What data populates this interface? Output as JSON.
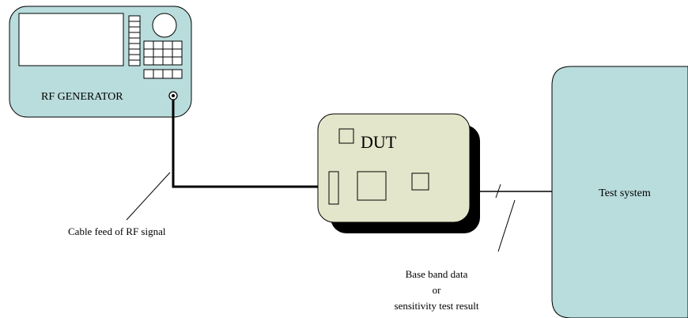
{
  "generator": {
    "label": "RF GENERATOR"
  },
  "dut": {
    "label": "DUT"
  },
  "test_system": {
    "label": "Test system"
  },
  "annotations": {
    "cable_feed": "Cable feed of RF signal",
    "baseband_line1": "Base band data",
    "baseband_line2": "or",
    "baseband_line3": "sensitivity test result"
  },
  "colors": {
    "panel_fill": "#b9dcdc",
    "dut_fill": "#e3e6ca",
    "shadow": "#000000",
    "stroke": "#000000"
  }
}
